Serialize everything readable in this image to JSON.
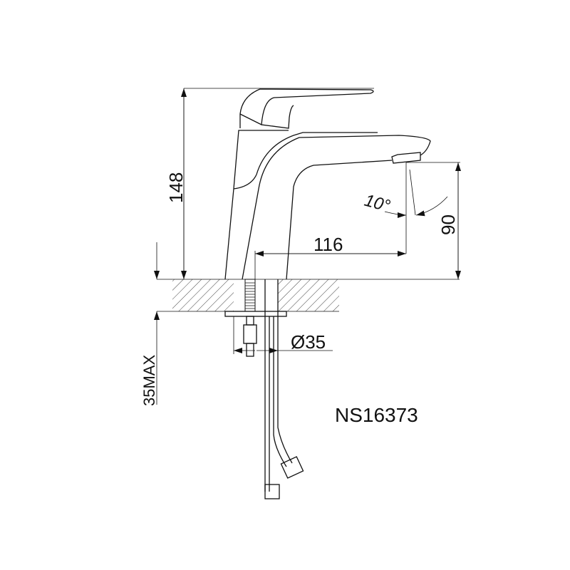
{
  "drawing": {
    "model": "NS16373",
    "dimensions": {
      "height": "148",
      "reach": "116",
      "spout_height": "90",
      "angle": "10°",
      "hole_diameter": "Ø35",
      "max_thickness": "35MAX"
    },
    "colors": {
      "line": "#111111",
      "background": "#ffffff"
    }
  }
}
